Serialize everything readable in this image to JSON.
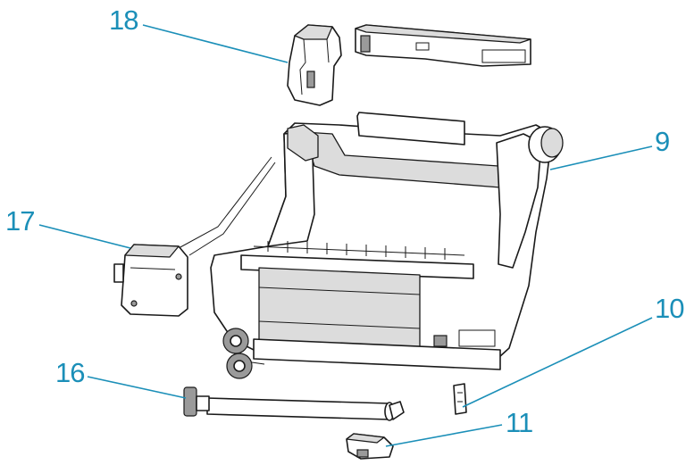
{
  "callouts": {
    "c18": "18",
    "c9": "9",
    "c17": "17",
    "c10": "10",
    "c16": "16",
    "c11": "11"
  },
  "colors": {
    "callout": "#1b8fb8",
    "line_art": "#1a1a1a",
    "background": "#ffffff"
  }
}
